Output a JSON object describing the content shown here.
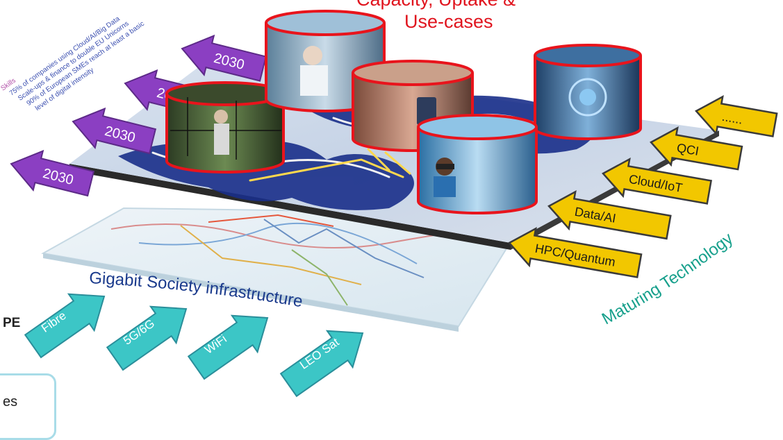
{
  "title": {
    "line1": "Capacity, Uptake &",
    "line2": "Use-cases"
  },
  "targets": {
    "arrow_label": "2030",
    "notes": [
      "Skills",
      "75% of companies using Cloud/AI/Big Data",
      "Scale-ups & finance to double EU Unicorns",
      "90% of European SMEs reach at least a basic",
      "level of digital intensity"
    ]
  },
  "technology": {
    "caption": "Maturing Technology",
    "arrows": [
      "HPC/Quantum",
      "Data/AI",
      "Cloud/IoT",
      "QCI",
      "......"
    ]
  },
  "infrastructure": {
    "caption": "Gigabit Society infrastructure",
    "arrows": [
      "Fibre",
      "5G/6G",
      "WiFi",
      "LEO Sat"
    ]
  },
  "left_fragments": {
    "heading_tail": "PE",
    "box_text_tail": "es"
  },
  "colors": {
    "title": "#e0141e",
    "infrastructure_caption": "#1a3a8c",
    "technology_caption": "#17a08c",
    "target_arrow": "#8b3fc2",
    "technology_arrow": "#f2c700",
    "infrastructure_arrow": "#3cc6c6",
    "cylinder_rim": "#e8141c",
    "map_navy": "#1a2f8a",
    "panel_border": "#a8dce8"
  },
  "icons": {
    "target_arrows": "left-arrow-icon",
    "technology_arrows": "left-arrow-icon",
    "infrastructure_arrows": "up-right-arrow-icon",
    "cylinders": "use-case-cylinder-icon"
  }
}
